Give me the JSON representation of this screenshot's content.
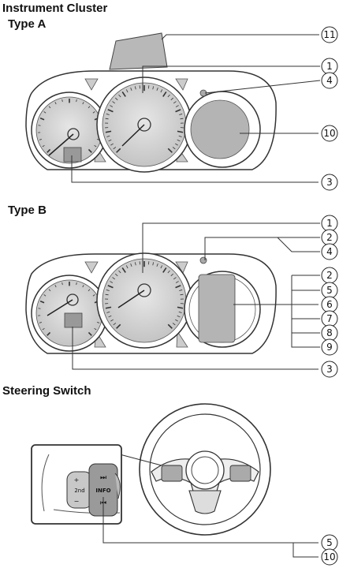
{
  "titles": {
    "main": "Instrument Cluster",
    "type_a": "Type A",
    "type_b": "Type B",
    "steering": "Steering Switch"
  },
  "callouts": {
    "a_11": "11",
    "a_1": "1",
    "a_4": "4",
    "a_10": "10",
    "a_3": "3",
    "b_1": "1",
    "b_2a": "2",
    "b_4": "4",
    "b_2b": "2",
    "b_5": "5",
    "b_6": "6",
    "b_7": "7",
    "b_8": "8",
    "b_9": "9",
    "b_3": "3",
    "s_5": "5",
    "s_10": "10"
  },
  "switch_labels": {
    "info": "INFO",
    "next": "⏭",
    "prev": "⏮",
    "vol_up": "+",
    "vol_down": "−",
    "talk": "2nd"
  }
}
